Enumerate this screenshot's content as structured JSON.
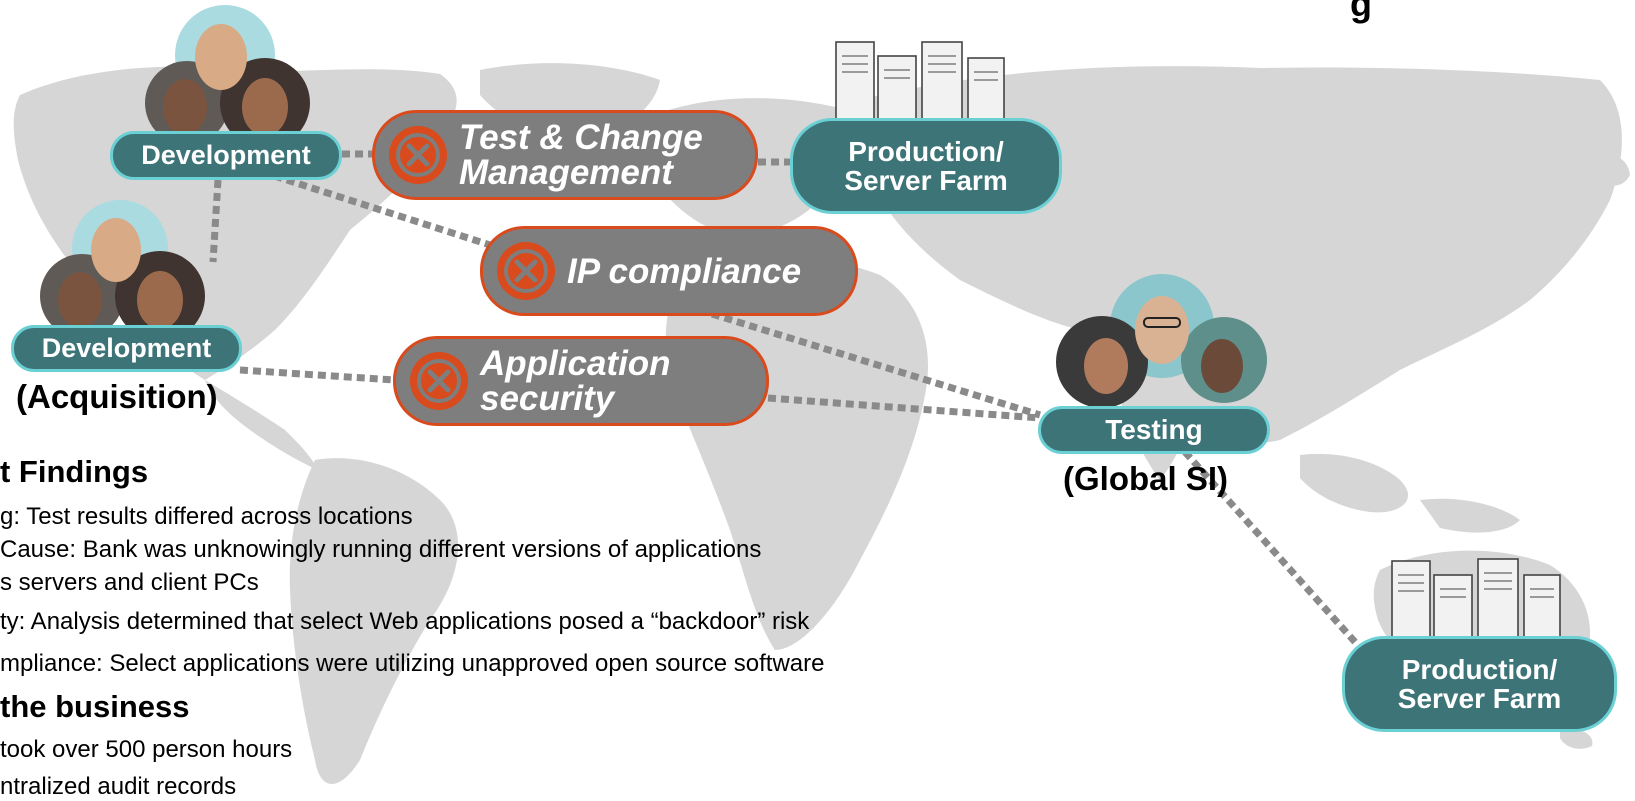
{
  "title_fragment": "g",
  "nodes": {
    "dev1": {
      "label": "Development"
    },
    "dev2": {
      "label": "Development",
      "sublabel": "(Acquisition)"
    },
    "prod1": {
      "label_line1": "Production/",
      "label_line2": "Server Farm"
    },
    "testing": {
      "label": "Testing",
      "sublabel": "(Global SI)"
    },
    "prod2": {
      "label_line1": "Production/",
      "label_line2": "Server Farm"
    }
  },
  "issues": {
    "test_change": {
      "line1": "Test & Change",
      "line2": "Management"
    },
    "ip": {
      "line1": "IP compliance"
    },
    "appsec": {
      "line1": "Application",
      "line2": "security"
    }
  },
  "findings": {
    "heading1": "t Findings",
    "lines1": [
      "g: Test results differed across locations",
      "Cause: Bank was unknowingly running different versions of applications",
      "s servers and client PCs",
      "ty: Analysis determined that select Web applications posed a “backdoor” risk",
      "mpliance: Select applications were utilizing unapproved open source software"
    ],
    "heading2": " the business",
    "lines2": [
      "took over 500 person hours",
      "ntralized audit records"
    ]
  },
  "colors": {
    "node_fill": "#3d7478",
    "node_border": "#6ad0d4",
    "issue_fill": "#7e7e7e",
    "issue_border": "#d94a1c",
    "map": "#d6d6d6",
    "connector": "#8a8a8a"
  },
  "icons": {
    "issue": "x-circle-icon",
    "people": "team-photo-icon",
    "servers": "server-tower-icon"
  }
}
